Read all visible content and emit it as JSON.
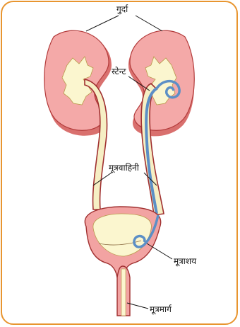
{
  "labels": {
    "kidney": "गुर्दा",
    "stent": "स्टेन्ट",
    "ureter": "मूत्रवाहिनी",
    "bladder": "मूत्राशय",
    "urethra": "मूत्रमार्ग"
  },
  "colors": {
    "border": "#e8952f",
    "kidney_fill": "#f4a9a8",
    "kidney_outline": "#b23a3a",
    "pelvis_fill": "#fbf6cf",
    "tube_fill": "#f6efc4",
    "tube_outline": "#a03030",
    "stent": "#5c8fc6",
    "bladder_wall": "#f2a3a2"
  }
}
